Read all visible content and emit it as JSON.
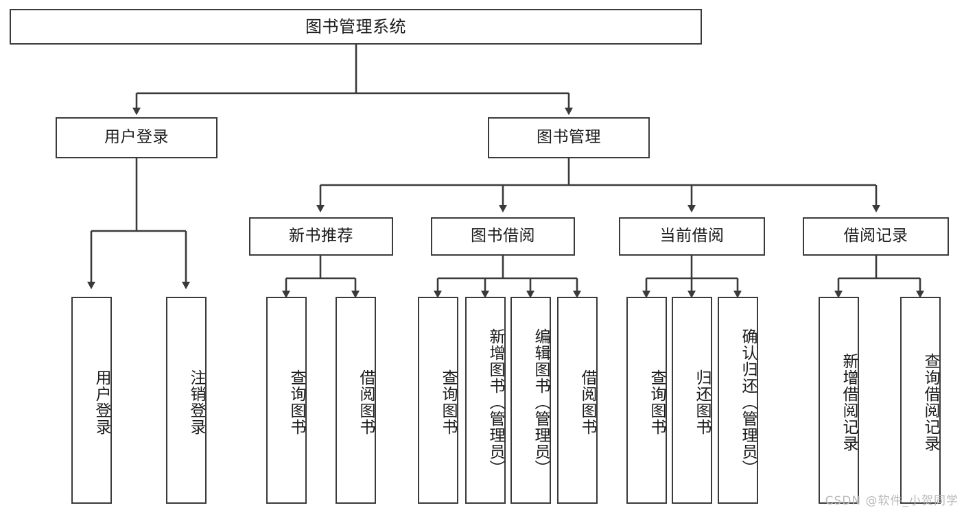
{
  "diagram": {
    "title": "图书管理系统",
    "type": "tree-hierarchy-chart",
    "root": {
      "label": "图书管理系统"
    },
    "level1": [
      {
        "label": "用户登录"
      },
      {
        "label": "图书管理"
      }
    ],
    "level2": [
      {
        "label": "新书推荐"
      },
      {
        "label": "图书借阅"
      },
      {
        "label": "当前借阅"
      },
      {
        "label": "借阅记录"
      }
    ],
    "leaves": {
      "user_login": [
        {
          "label": "用户登录"
        },
        {
          "label": "注销登录"
        }
      ],
      "new_book_recommend": [
        {
          "label": "查询图书"
        },
        {
          "label": "借阅图书"
        }
      ],
      "book_borrow": [
        {
          "label": "查询图书"
        },
        {
          "label": "新增图书（管理员）"
        },
        {
          "label": "编辑图书（管理员）"
        },
        {
          "label": "借阅图书"
        }
      ],
      "current_borrow": [
        {
          "label": "查询图书"
        },
        {
          "label": "归还图书"
        },
        {
          "label": "确认归还（管理员）"
        }
      ],
      "borrow_record": [
        {
          "label": "新增借阅记录"
        },
        {
          "label": "查询借阅记录"
        }
      ]
    }
  },
  "watermark": {
    "text": "CSDN @软件_小贺同学"
  },
  "colors": {
    "stroke": "#3a3a3a",
    "background": "#ffffff",
    "text": "#1b1b1b",
    "watermark": "#b9b9b9"
  }
}
